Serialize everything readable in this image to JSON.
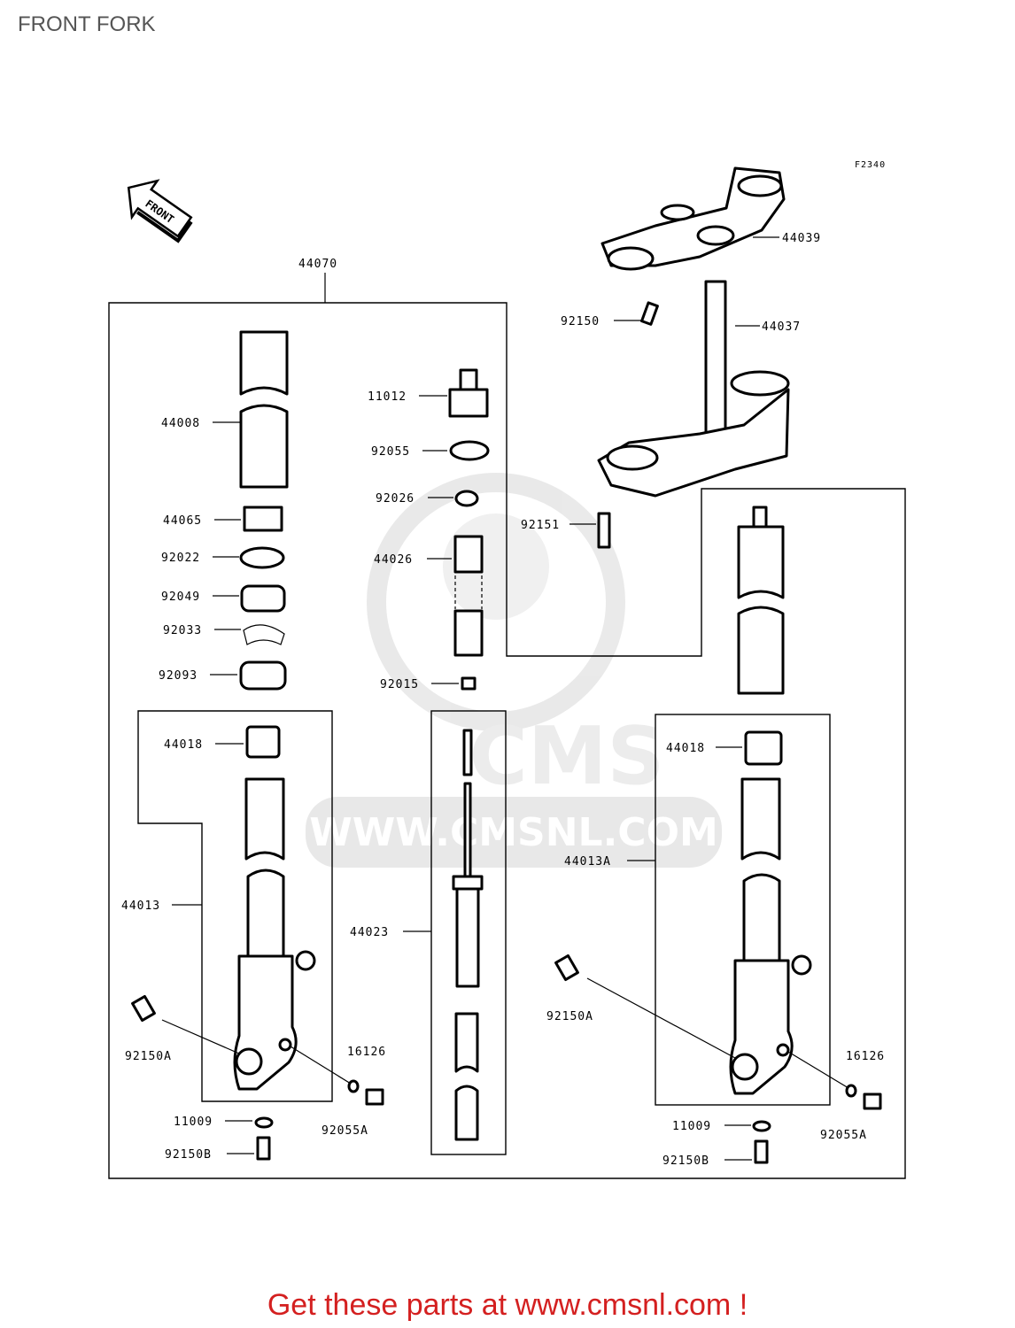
{
  "title": "FRONT FORK",
  "figure_code": "F2340",
  "front_arrow": "FRONT",
  "watermark": {
    "url": "WWW.CMSNL.COM",
    "logo": "CMS"
  },
  "colors": {
    "footer": "#d42020",
    "title": "#555555",
    "watermark": "#dcdcdc"
  },
  "labels": {
    "p44070": "44070",
    "p44039": "44039",
    "p92150": "92150",
    "p44037": "44037",
    "p11012": "11012",
    "p92055": "92055",
    "p92026": "92026",
    "p92151": "92151",
    "p44026": "44026",
    "p92015": "92015",
    "p44008": "44008",
    "p44065": "44065",
    "p92022": "92022",
    "p92049": "92049",
    "p92033": "92033",
    "p92093": "92093",
    "p44018_l": "44018",
    "p44013": "44013",
    "p92150a_l": "92150A",
    "p16126_l": "16126",
    "p11009_l": "11009",
    "p92055a_l": "92055A",
    "p92150b_l": "92150B",
    "p44023": "44023",
    "p44018_r": "44018",
    "p44013a": "44013A",
    "p92150a_r": "92150A",
    "p16126_r": "16126",
    "p11009_r": "11009",
    "p92055a_r": "92055A",
    "p92150b_r": "92150B"
  },
  "footer": "Get these parts at www.cmsnl.com !"
}
